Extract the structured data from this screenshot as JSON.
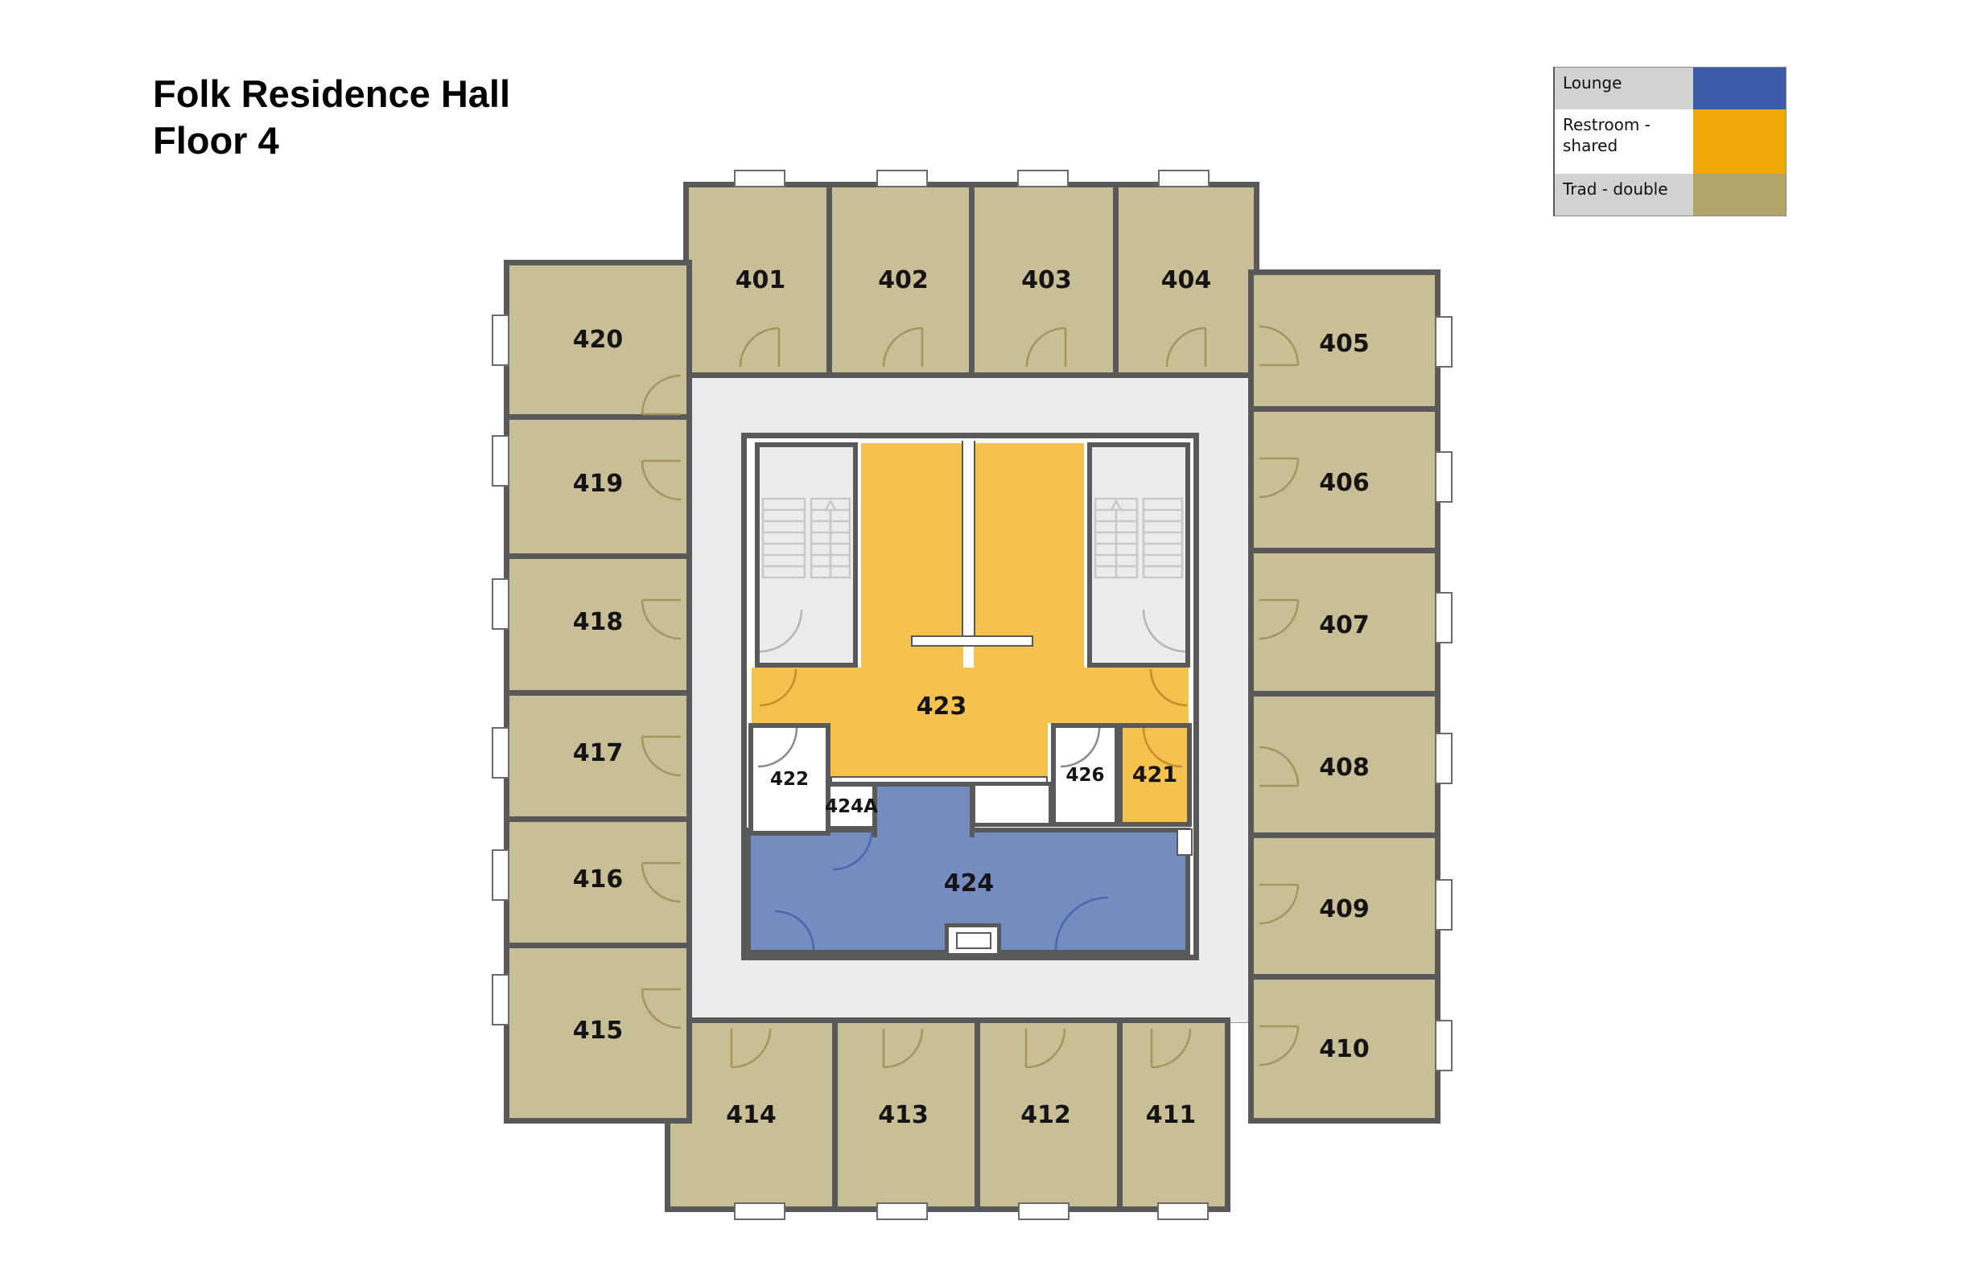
{
  "title": {
    "line1": "Folk Residence Hall",
    "line2": "Floor 4"
  },
  "legend": {
    "items": [
      {
        "label": "Lounge",
        "color": "#3A5BA9",
        "label_bg": "#D2D2D2"
      },
      {
        "label": "Restroom - shared",
        "color": "#EFA805",
        "label_bg": "#FFFFFF"
      },
      {
        "label": "Trad - double",
        "color": "#B2A369",
        "label_bg": "#D2D2D2"
      }
    ]
  },
  "plan": {
    "building": "Folk Residence Hall",
    "floor": "4",
    "fills": {
      "trad_double": "#C9BF96",
      "restroom": "#F5C24E",
      "lounge": "#758CC0",
      "corridor": "#EDEDED",
      "stairwell": "#ECECEC",
      "wall": "#595959"
    },
    "rooms": [
      {
        "number": "401",
        "type": "Trad - double"
      },
      {
        "number": "402",
        "type": "Trad - double"
      },
      {
        "number": "403",
        "type": "Trad - double"
      },
      {
        "number": "404",
        "type": "Trad - double"
      },
      {
        "number": "405",
        "type": "Trad - double"
      },
      {
        "number": "406",
        "type": "Trad - double"
      },
      {
        "number": "407",
        "type": "Trad - double"
      },
      {
        "number": "408",
        "type": "Trad - double"
      },
      {
        "number": "409",
        "type": "Trad - double"
      },
      {
        "number": "410",
        "type": "Trad - double"
      },
      {
        "number": "411",
        "type": "Trad - double"
      },
      {
        "number": "412",
        "type": "Trad - double"
      },
      {
        "number": "413",
        "type": "Trad - double"
      },
      {
        "number": "414",
        "type": "Trad - double"
      },
      {
        "number": "415",
        "type": "Trad - double"
      },
      {
        "number": "416",
        "type": "Trad - double"
      },
      {
        "number": "417",
        "type": "Trad - double"
      },
      {
        "number": "418",
        "type": "Trad - double"
      },
      {
        "number": "419",
        "type": "Trad - double"
      },
      {
        "number": "420",
        "type": "Trad - double"
      },
      {
        "number": "421",
        "type": "Restroom - shared"
      },
      {
        "number": "422",
        "type": ""
      },
      {
        "number": "423",
        "type": "Restroom - shared"
      },
      {
        "number": "424",
        "type": "Lounge"
      },
      {
        "number": "424A",
        "type": ""
      },
      {
        "number": "426",
        "type": ""
      }
    ]
  }
}
